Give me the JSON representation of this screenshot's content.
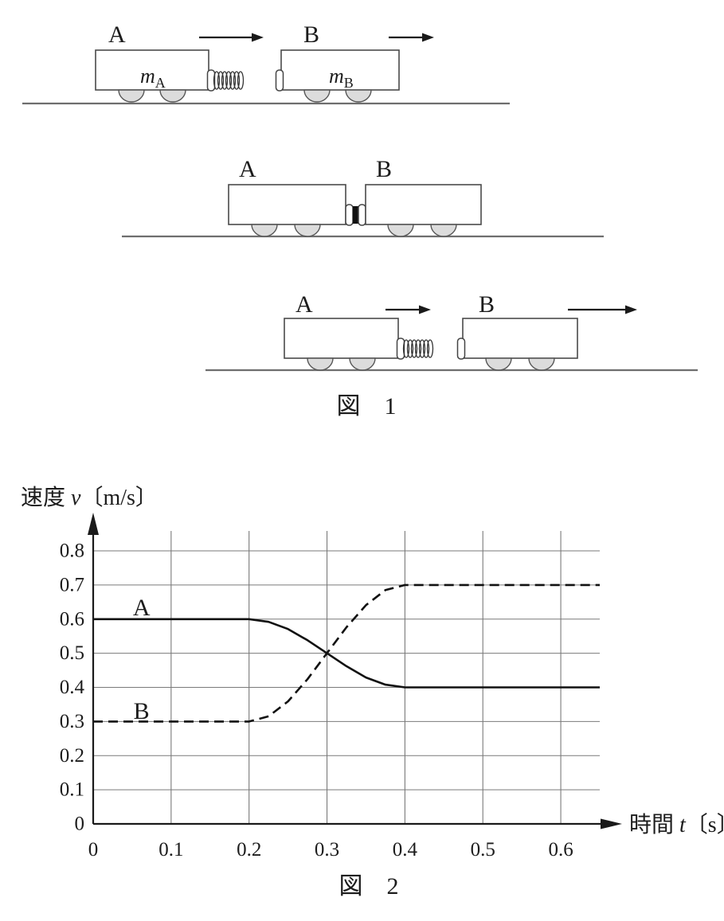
{
  "figure1": {
    "caption": "図　1",
    "rows": [
      {
        "name": "before-collision",
        "cartA": {
          "label": "A",
          "mass_base": "m",
          "mass_sub": "A"
        },
        "cartB": {
          "label": "B",
          "mass_base": "m",
          "mass_sub": "B"
        }
      },
      {
        "name": "during-collision",
        "cartA": {
          "label": "A"
        },
        "cartB": {
          "label": "B"
        }
      },
      {
        "name": "after-collision",
        "cartA": {
          "label": "A"
        },
        "cartB": {
          "label": "B"
        }
      }
    ]
  },
  "figure2": {
    "caption": "図　2"
  },
  "chart_data": {
    "type": "line",
    "title": "図 2",
    "xlabel_pre": "時間",
    "xlabel_var": "t",
    "xlabel_unit": "〔s〕",
    "ylabel_pre": "速度",
    "ylabel_var": "v",
    "ylabel_unit": "〔m/s〕",
    "xlim": [
      0,
      0.65
    ],
    "ylim": [
      0,
      0.8
    ],
    "xticks": [
      0,
      0.1,
      0.2,
      0.3,
      0.4,
      0.5,
      0.6
    ],
    "yticks": [
      0,
      0.1,
      0.2,
      0.3,
      0.4,
      0.5,
      0.6,
      0.7,
      0.8
    ],
    "grid": true,
    "legend_position": "inline",
    "series": [
      {
        "name": "A",
        "style": "solid",
        "points": [
          [
            0,
            0.6
          ],
          [
            0.1,
            0.6
          ],
          [
            0.2,
            0.6
          ],
          [
            0.225,
            0.592
          ],
          [
            0.25,
            0.571
          ],
          [
            0.275,
            0.538
          ],
          [
            0.3,
            0.5
          ],
          [
            0.325,
            0.462
          ],
          [
            0.35,
            0.429
          ],
          [
            0.375,
            0.408
          ],
          [
            0.4,
            0.4
          ],
          [
            0.5,
            0.4
          ],
          [
            0.6,
            0.4
          ],
          [
            0.65,
            0.4
          ]
        ]
      },
      {
        "name": "B",
        "style": "dashed",
        "points": [
          [
            0,
            0.3
          ],
          [
            0.1,
            0.3
          ],
          [
            0.2,
            0.3
          ],
          [
            0.225,
            0.315
          ],
          [
            0.25,
            0.359
          ],
          [
            0.275,
            0.424
          ],
          [
            0.3,
            0.5
          ],
          [
            0.325,
            0.576
          ],
          [
            0.35,
            0.641
          ],
          [
            0.375,
            0.685
          ],
          [
            0.4,
            0.7
          ],
          [
            0.5,
            0.7
          ],
          [
            0.6,
            0.7
          ],
          [
            0.65,
            0.7
          ]
        ]
      }
    ],
    "annotations": [
      {
        "text": "A",
        "x": 0.062,
        "y": 0.611
      },
      {
        "text": "B",
        "x": 0.062,
        "y": 0.308
      }
    ]
  }
}
